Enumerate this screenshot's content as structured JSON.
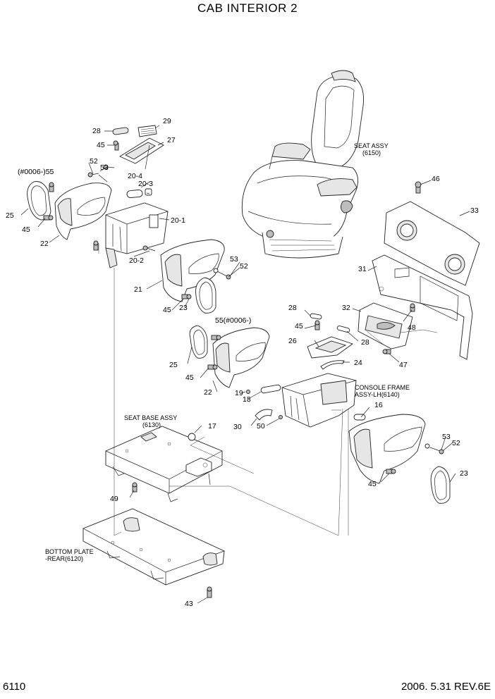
{
  "title": "CAB INTERIOR 2",
  "page_number": "6110",
  "date_revision": "2006. 5.31  REV.6E",
  "assemblies": {
    "seat_assy": [
      "SEAT ASSY",
      "(6150)"
    ],
    "console_frame": [
      "CONSOLE FRAME",
      "ASSY-LH(6140)"
    ],
    "seat_base": [
      "SEAT BASE ASSY",
      "(6130)"
    ],
    "bottom_plate": [
      "BOTTOM PLATE",
      "-REAR(6120)"
    ]
  },
  "callouts": {
    "c28a": "28",
    "c29": "29",
    "c45a": "45",
    "c27": "27",
    "c52a": "52",
    "c53a": "53",
    "c55a": "(#0006-)55",
    "c20_4": "20-4",
    "c20_3": "20-3",
    "c25a": "25",
    "c45b": "45",
    "c20_1": "20-1",
    "c22a": "22",
    "c20_2": "20-2",
    "c53b": "53",
    "c52b": "52",
    "c21": "21",
    "c45c": "45",
    "c23a": "23",
    "c46": "46",
    "c33": "33",
    "c31": "31",
    "c28b": "28",
    "c32": "32",
    "c48": "48",
    "c45d": "45",
    "c55b": "55(#0006-)",
    "c26": "26",
    "c28c": "28",
    "c47": "47",
    "c25b": "25",
    "c24": "24",
    "c45e": "45",
    "c22b": "22",
    "c19": "19",
    "c18": "18",
    "c16": "16",
    "c17": "17",
    "c30": "30",
    "c50": "50",
    "c53c": "53",
    "c52c": "52",
    "c49": "49",
    "c23b": "23",
    "c45f": "45",
    "c43": "43"
  }
}
